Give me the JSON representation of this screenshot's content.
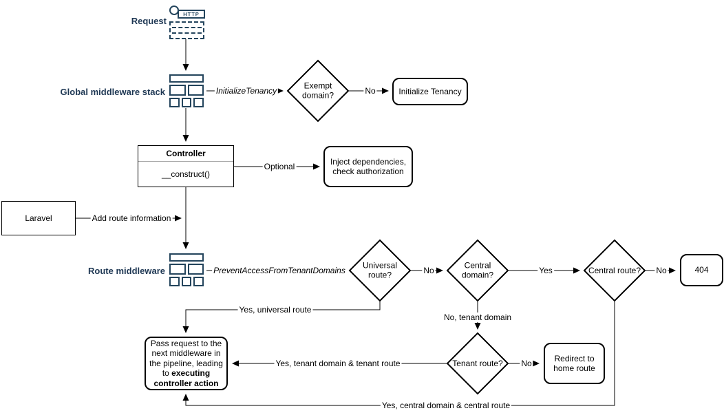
{
  "diagram": {
    "side_labels": {
      "request": "Request",
      "global_middleware": "Global middleware stack",
      "route_middleware": "Route middleware"
    },
    "icons": {
      "request": "http-request-icon",
      "request_protocol": "HTTP",
      "middleware_stack": "middleware-stack-icon"
    },
    "nodes": {
      "exempt_domain": "Exempt domain?",
      "initialize_tenancy": "Initialize Tenancy",
      "controller_title": "Controller",
      "controller_method": "__construct()",
      "inject_dependencies": "Inject dependencies, check authorization",
      "laravel": "Laravel",
      "universal_route": "Universal route?",
      "central_domain": "Central domain?",
      "central_route": "Central route?",
      "not_found": "404",
      "tenant_route": "Tenant route?",
      "redirect_home": "Redirect to home route",
      "pass_request_text": "Pass request to the next middleware in the pipeline, leading to ",
      "pass_request_bold": "executing controller action"
    },
    "edge_labels": {
      "initialize_tenancy_middleware": "InitializeTenancy",
      "prevent_access_middleware": "PreventAccessFromTenantDomains",
      "exempt_no": "No",
      "optional": "Optional",
      "add_route_information": "Add route information",
      "universal_no": "No",
      "central_domain_yes": "Yes",
      "central_route_no": "No",
      "universal_yes": "Yes, universal route",
      "tenant_domain_no": "No, tenant domain",
      "tenant_route_no": "No",
      "tenant_yes": "Yes, tenant domain & tenant route",
      "central_yes": "Yes, central domain & central route"
    },
    "colors": {
      "edge": "#000000",
      "node_border": "#000000",
      "icon": "#23445C",
      "side_label": "#1F3854"
    }
  }
}
